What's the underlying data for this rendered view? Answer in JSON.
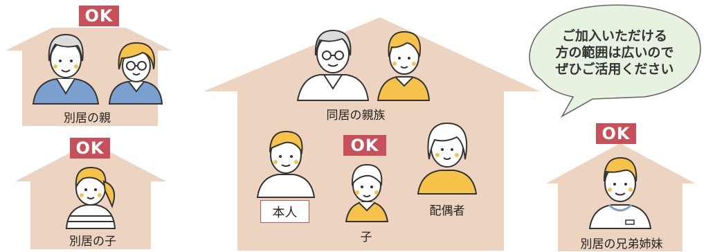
{
  "colors": {
    "house": "#ecd4c1",
    "ok_badge": "#c8505a",
    "bubble_fill": "#e7f2e1",
    "bubble_stroke": "#666666",
    "hair_yellow": "#f7c24a",
    "hair_gray": "#dcdcdc",
    "shirt_blue": "#7aa0d0",
    "shirt_yellow": "#f7c24a"
  },
  "ok_label": "OK",
  "houses": {
    "parents_separate": {
      "label": "別居の親"
    },
    "child_separate": {
      "label": "別居の子"
    },
    "family_together": {
      "label": "同居の親族"
    },
    "siblings_separate": {
      "label": "別居の兄弟姉妹"
    }
  },
  "members": {
    "self": "本人",
    "child": "子",
    "spouse": "配偶者"
  },
  "bubble": {
    "lines": [
      "ご加入いただける",
      "方の範囲は広いので",
      "ぜひご活用ください"
    ]
  }
}
